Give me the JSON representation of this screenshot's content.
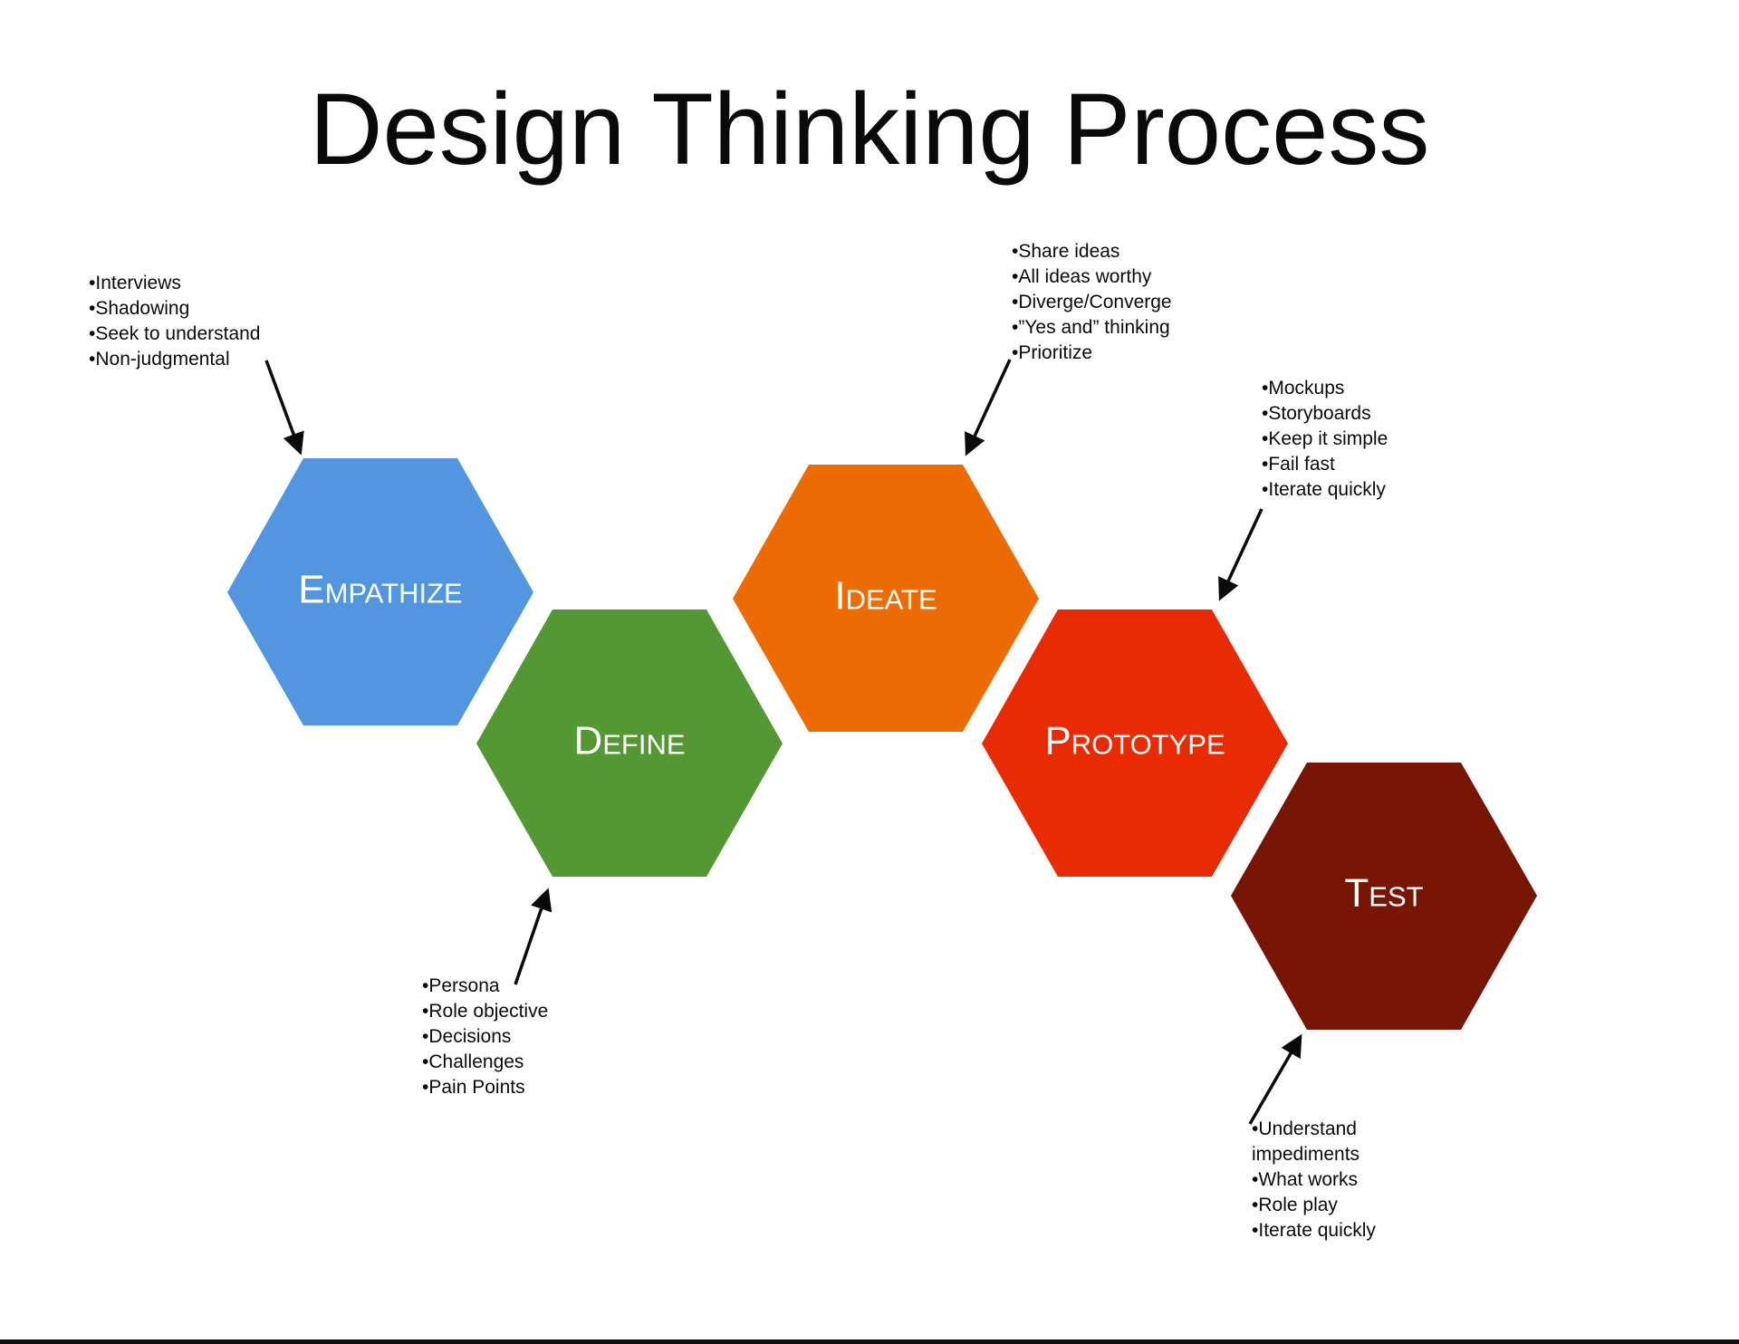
{
  "title": "Design Thinking Process",
  "stages": [
    {
      "key": "empathize",
      "label": "Empathize",
      "color": "#5296e0",
      "notes": [
        "Interviews",
        "Shadowing",
        "Seek to understand",
        "Non-judgmental"
      ]
    },
    {
      "key": "define",
      "label": "Define",
      "color": "#549834",
      "notes": [
        "Persona",
        "Role objective",
        "Decisions",
        "Challenges",
        "Pain Points"
      ]
    },
    {
      "key": "ideate",
      "label": "Ideate",
      "color": "#ec6c03",
      "notes": [
        "Share ideas",
        "All ideas worthy",
        "Diverge/Converge",
        "”Yes and” thinking",
        "Prioritize"
      ]
    },
    {
      "key": "prototype",
      "label": "Prototype",
      "color": "#e92b05",
      "notes": [
        "Mockups",
        "Storyboards",
        "Keep it simple",
        "Fail fast",
        "Iterate quickly"
      ]
    },
    {
      "key": "test",
      "label": "Test",
      "color": "#771604",
      "notes": [
        "Understand impediments",
        "What works",
        "Role play",
        "Iterate quickly"
      ]
    }
  ]
}
